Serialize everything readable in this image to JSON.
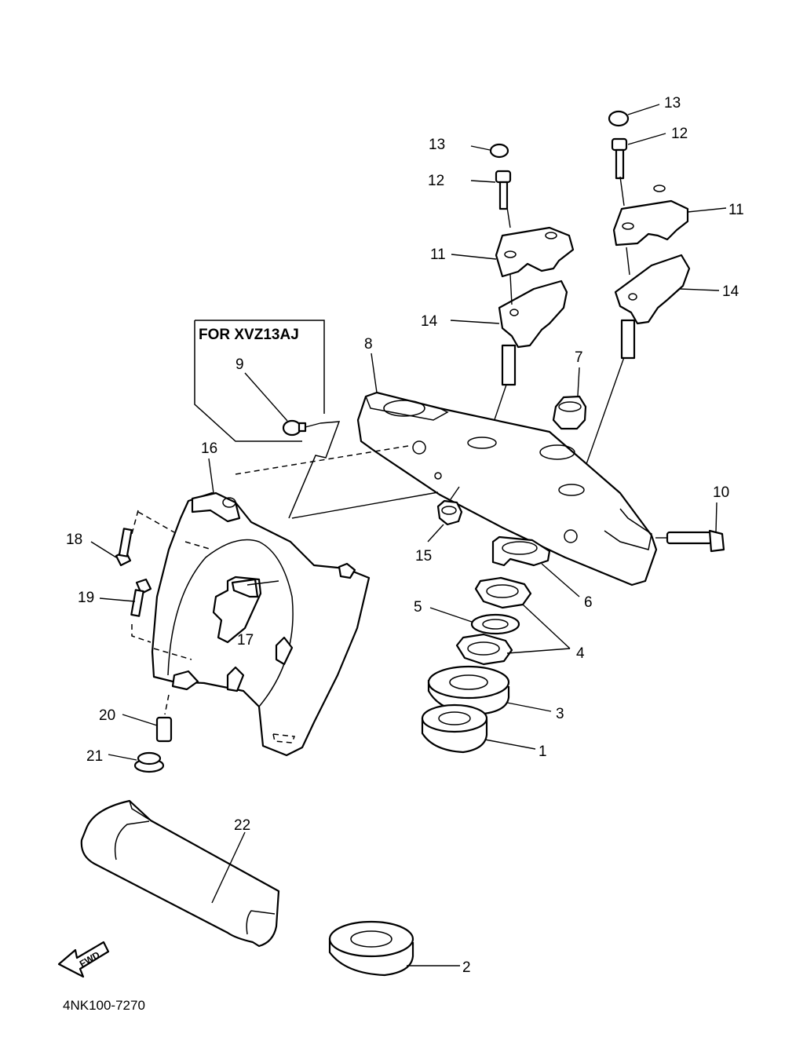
{
  "diagram": {
    "inset_label": "FOR XVZ13AJ",
    "part_code": "4NK100-7270",
    "fwd_label": "FWD",
    "callouts": {
      "c1": "1",
      "c2": "2",
      "c3": "3",
      "c4": "4",
      "c5": "5",
      "c6": "6",
      "c7": "7",
      "c8": "8",
      "c9": "9",
      "c10": "10",
      "c11a": "11",
      "c11b": "11",
      "c12a": "12",
      "c12b": "12",
      "c13a": "13",
      "c13b": "13",
      "c14a": "14",
      "c14b": "14",
      "c15": "15",
      "c16": "16",
      "c17": "17",
      "c18": "18",
      "c19": "19",
      "c20": "20",
      "c21": "21",
      "c22": "22"
    }
  }
}
